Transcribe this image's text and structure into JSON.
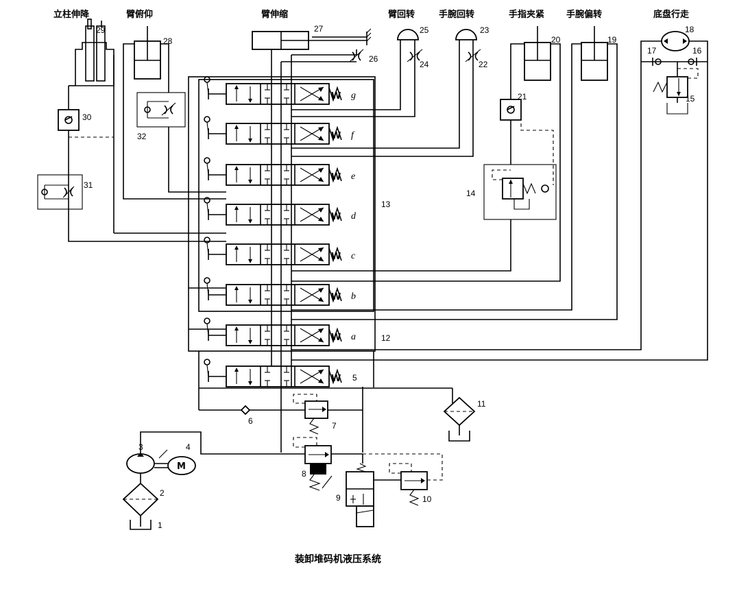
{
  "title_labels": {
    "column_lift": "立柱伸降",
    "arm_pitch": "臂俯仰",
    "arm_telescope": "臂伸缩",
    "arm_rotate": "臂回转",
    "wrist_rotate": "手腕回转",
    "finger_clamp": "手指夹紧",
    "wrist_swing": "手腕偏转",
    "chassis_travel": "底盘行走"
  },
  "caption": "装卸堆码机液压系统",
  "valve_letters": [
    "g",
    "f",
    "e",
    "d",
    "c",
    "b",
    "a",
    "5"
  ],
  "component_numbers": {
    "n1": "1",
    "n2": "2",
    "n3": "3",
    "n4": "4",
    "n5": "5",
    "n6": "6",
    "n7": "7",
    "n8": "8",
    "n9": "9",
    "n10": "10",
    "n11": "11",
    "n12": "12",
    "n13": "13",
    "n14": "14",
    "n15": "15",
    "n16": "16",
    "n17": "17",
    "n18": "18",
    "n19": "19",
    "n20": "20",
    "n21": "21",
    "n22": "22",
    "n23": "23",
    "n24": "24",
    "n25": "25",
    "n26": "26",
    "n27": "27",
    "n28": "28",
    "n29": "29",
    "n30": "30",
    "n31": "31",
    "n32": "32"
  },
  "motor_symbol": "M",
  "spring_symbol": "W"
}
